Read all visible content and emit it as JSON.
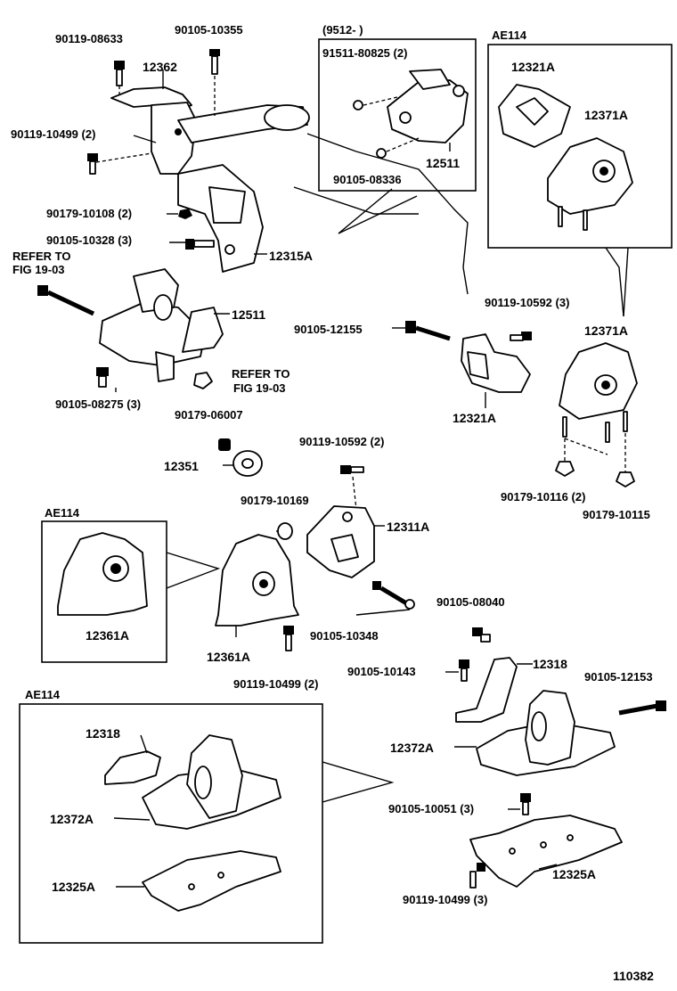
{
  "drawing_number": "110382",
  "refer_to": {
    "line1": "REFER TO",
    "line2": "FIG 19-03"
  },
  "insets": {
    "top_left_date": "(9512-      )",
    "top_right_model": "AE114",
    "mid_left_model": "AE114",
    "bottom_left_model": "AE114"
  },
  "labels": {
    "p90119_08633": "90119-08633",
    "p90105_10355": "90105-10355",
    "p12362": "12362",
    "p90119_10499_2_top": "90119-10499 (2)",
    "p90179_10108": "90179-10108 (2)",
    "p90105_10328": "90105-10328 (3)",
    "p12315A": "12315A",
    "p12511_main": "12511",
    "p90105_08275": "90105-08275 (3)",
    "p90179_06007": "90179-06007",
    "p12351": "12351",
    "p91511_80825": "91511-80825 (2)",
    "p12511_inset": "12511",
    "p90105_08336": "90105-08336",
    "p12321A_inset": "12321A",
    "p12371A_inset": "12371A",
    "p90119_10592_3": "90119-10592 (3)",
    "p12371A_main": "12371A",
    "p90105_12155": "90105-12155",
    "p12321A_main": "12321A",
    "p90179_10116": "90179-10116 (2)",
    "p90179_10115": "90179-10115",
    "p90119_10592_2": "90119-10592 (2)",
    "p90179_10169": "90179-10169",
    "p12311A": "12311A",
    "p12361A_inset": "12361A",
    "p12361A_main": "12361A",
    "p90105_10348": "90105-10348",
    "p90119_10499_2_mid": "90119-10499 (2)",
    "p90105_08040": "90105-08040",
    "p90105_10143": "90105-10143",
    "p12318_main": "12318",
    "p90105_12153": "90105-12153",
    "p12372A_main": "12372A",
    "p90105_10051": "90105-10051 (3)",
    "p12325A_main": "12325A",
    "p90119_10499_3": "90119-10499 (3)",
    "p12318_inset": "12318",
    "p12372A_inset": "12372A",
    "p12325A_inset": "12325A"
  }
}
